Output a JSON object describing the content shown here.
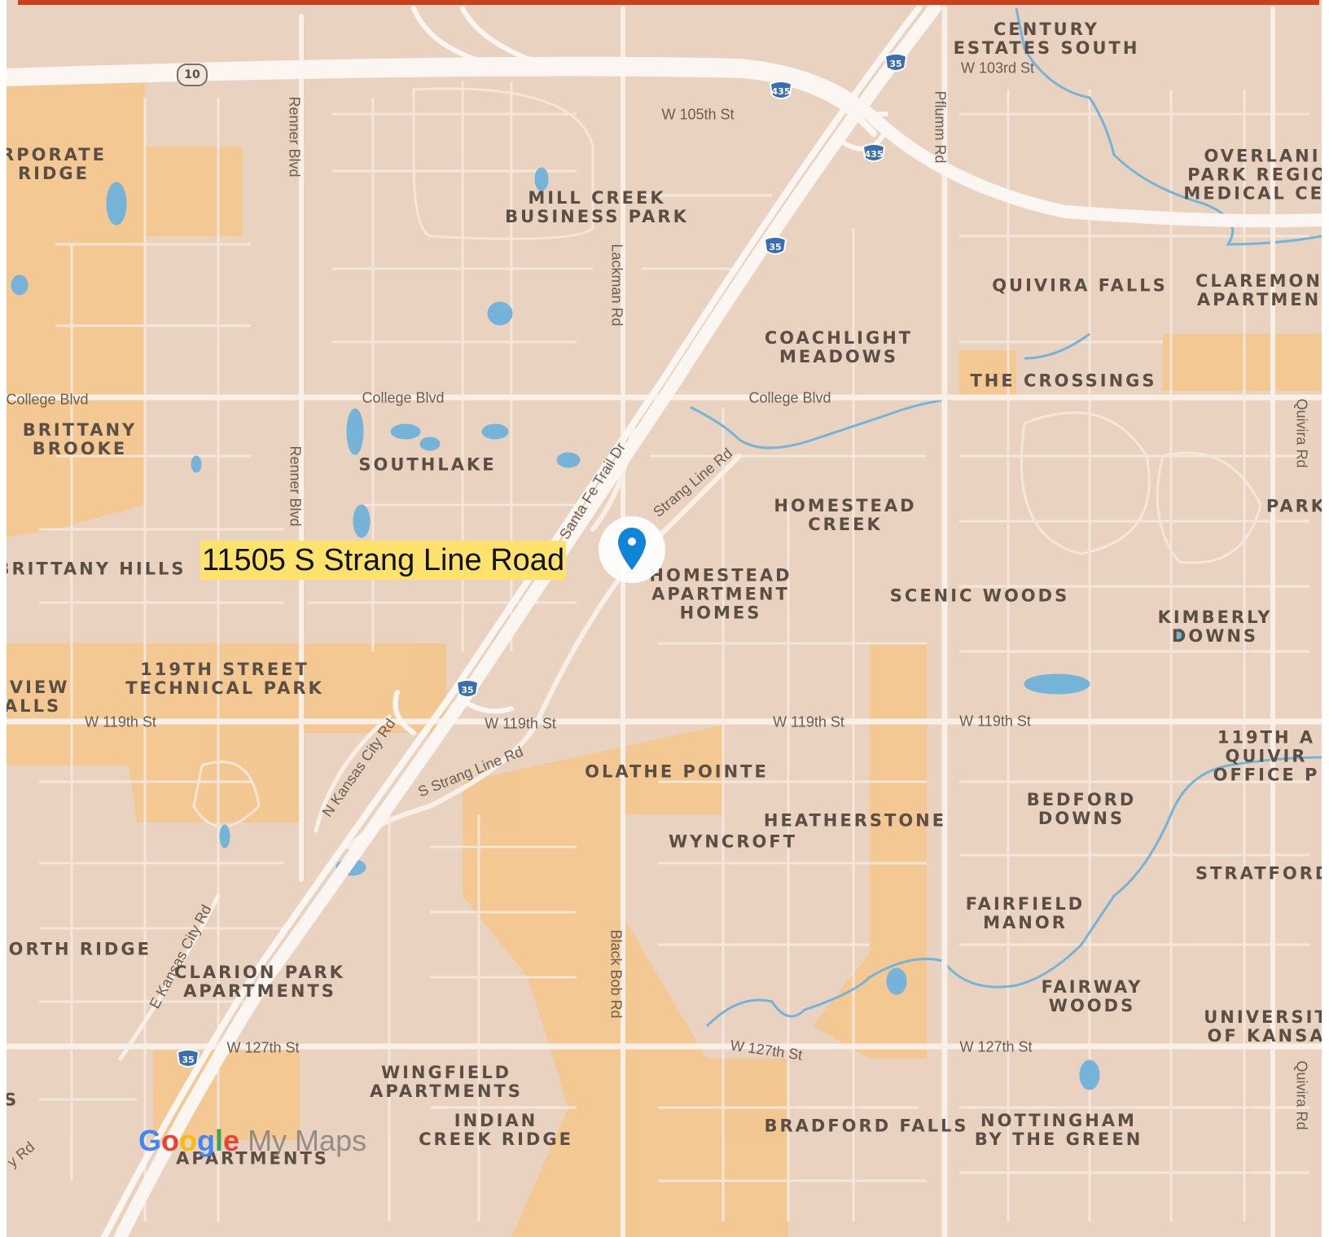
{
  "colors": {
    "land": "#e9d3c0",
    "urban": "#f5c58a",
    "road": "#f8efe7",
    "highway": "#fbf6f1",
    "water": "#76b3d8",
    "interstate_shield": "#3b6db3",
    "pin": "#0f84d8",
    "address_highlight": "#fde36b",
    "frame_accent": "#c9401c"
  },
  "address_label": "11505 S Strang Line Road",
  "marker_icon": "location-pin-icon",
  "branding": {
    "google": "Google",
    "product": " My Maps"
  },
  "areas": [
    {
      "name": "century_estates_south",
      "text": "CENTURY\nESTATES SOUTH"
    },
    {
      "name": "corporate_ridge",
      "text": "RPORATE\nRIDGE"
    },
    {
      "name": "mill_creek",
      "text": "MILL CREEK\nBUSINESS PARK"
    },
    {
      "name": "overland_park_regional",
      "text": "OVERLANI\nPARK REGIOI\nMEDICAL CEN"
    },
    {
      "name": "quivira_falls",
      "text": "QUIVIRA FALLS"
    },
    {
      "name": "claremont",
      "text": "CLAREMON\nAPARTMEN"
    },
    {
      "name": "coachlight",
      "text": "COACHLIGHT\nMEADOWS"
    },
    {
      "name": "the_crossings",
      "text": "THE CROSSINGS"
    },
    {
      "name": "brittany_brooke",
      "text": "BRITTANY\nBROOKE"
    },
    {
      "name": "southlake",
      "text": "SOUTHLAKE"
    },
    {
      "name": "homestead_creek",
      "text": "HOMESTEAD\nCREEK"
    },
    {
      "name": "park",
      "text": "PARK"
    },
    {
      "name": "brittany_hills",
      "text": "BRITTANY HILLS"
    },
    {
      "name": "homestead_apartment",
      "text": "HOMESTEAD\nAPARTMENT\nHOMES"
    },
    {
      "name": "scenic_woods",
      "text": "SCENIC WOODS"
    },
    {
      "name": "kimberly_downs",
      "text": "KIMBERLY\nDOWNS"
    },
    {
      "name": "tech_park",
      "text": "119TH STREET\nTECHNICAL PARK"
    },
    {
      "name": "eview_falls",
      "text": "EVIEW\nALLS"
    },
    {
      "name": "quivira_office",
      "text": "119TH A\nQUIVIR\nOFFICE P"
    },
    {
      "name": "olathe_pointe",
      "text": "OLATHE POINTE"
    },
    {
      "name": "bedford_downs",
      "text": "BEDFORD\nDOWNS"
    },
    {
      "name": "heatherstone",
      "text": "HEATHERSTONE"
    },
    {
      "name": "wyncroft",
      "text": "WYNCROFT"
    },
    {
      "name": "stratford",
      "text": "STRATFORD P"
    },
    {
      "name": "fairfield_manor",
      "text": "FAIRFIELD\nMANOR"
    },
    {
      "name": "north_ridge",
      "text": "NORTH RIDGE"
    },
    {
      "name": "clarion_park",
      "text": "CLARION PARK\nAPARTMENTS"
    },
    {
      "name": "fairway_woods",
      "text": "FAIRWAY\nWOODS"
    },
    {
      "name": "university_kansas",
      "text": "UNIVERSIT\nOF KANSA"
    },
    {
      "name": "wingfield",
      "text": "WINGFIELD\nAPARTMENTS"
    },
    {
      "name": "indian_creek_ridge",
      "text": "INDIAN\nCREEK RIDGE"
    },
    {
      "name": "bradford_falls",
      "text": "BRADFORD FALLS"
    },
    {
      "name": "nottingham",
      "text": "NOTTINGHAM\nBY THE GREEN"
    },
    {
      "name": "apartments_bottom",
      "text": "APARTMENTS"
    },
    {
      "name": "s_edge",
      "text": "S"
    }
  ],
  "roads": [
    {
      "name": "w_103rd",
      "text": "W 103rd St"
    },
    {
      "name": "w_105th",
      "text": "W 105th St"
    },
    {
      "name": "renner_top",
      "text": "Renner Blvd"
    },
    {
      "name": "pflumm",
      "text": "Pflumm Rd"
    },
    {
      "name": "lackman",
      "text": "Lackman Rd"
    },
    {
      "name": "college_left",
      "text": "College Blvd"
    },
    {
      "name": "college_mid",
      "text": "College Blvd"
    },
    {
      "name": "college_right",
      "text": "College Blvd"
    },
    {
      "name": "quivira_top",
      "text": "Quivira Rd"
    },
    {
      "name": "santa_fe",
      "text": "Santa Fe Trail Dr"
    },
    {
      "name": "strang_line",
      "text": "Strang Line Rd"
    },
    {
      "name": "renner_mid",
      "text": "Renner Blvd"
    },
    {
      "name": "w119_left",
      "text": "W 119th St"
    },
    {
      "name": "w119_mid",
      "text": "W 119th St"
    },
    {
      "name": "w119_right",
      "text": "W 119th St"
    },
    {
      "name": "w119_far",
      "text": "W 119th St"
    },
    {
      "name": "n_kansas_city",
      "text": "N Kansas City Rd"
    },
    {
      "name": "s_strang_line",
      "text": "S Strang Line Rd"
    },
    {
      "name": "e_kansas_city",
      "text": "E Kansas City Rd"
    },
    {
      "name": "black_bob",
      "text": "Black Bob Rd"
    },
    {
      "name": "w127_left",
      "text": "W 127th St"
    },
    {
      "name": "w127_mid",
      "text": "W 127th St"
    },
    {
      "name": "w127_right",
      "text": "W 127th St"
    },
    {
      "name": "quivira_bottom",
      "text": "Quivira Rd"
    },
    {
      "name": "y_rd",
      "text": "y Rd"
    }
  ],
  "shields": [
    {
      "name": "i35_a",
      "text": "35"
    },
    {
      "name": "i435_a",
      "text": "435"
    },
    {
      "name": "i435_b",
      "text": "435"
    },
    {
      "name": "i35_b",
      "text": "35"
    },
    {
      "name": "i35_c",
      "text": "35"
    },
    {
      "name": "i35_d",
      "text": "35"
    }
  ],
  "state_route": {
    "text": "10"
  }
}
